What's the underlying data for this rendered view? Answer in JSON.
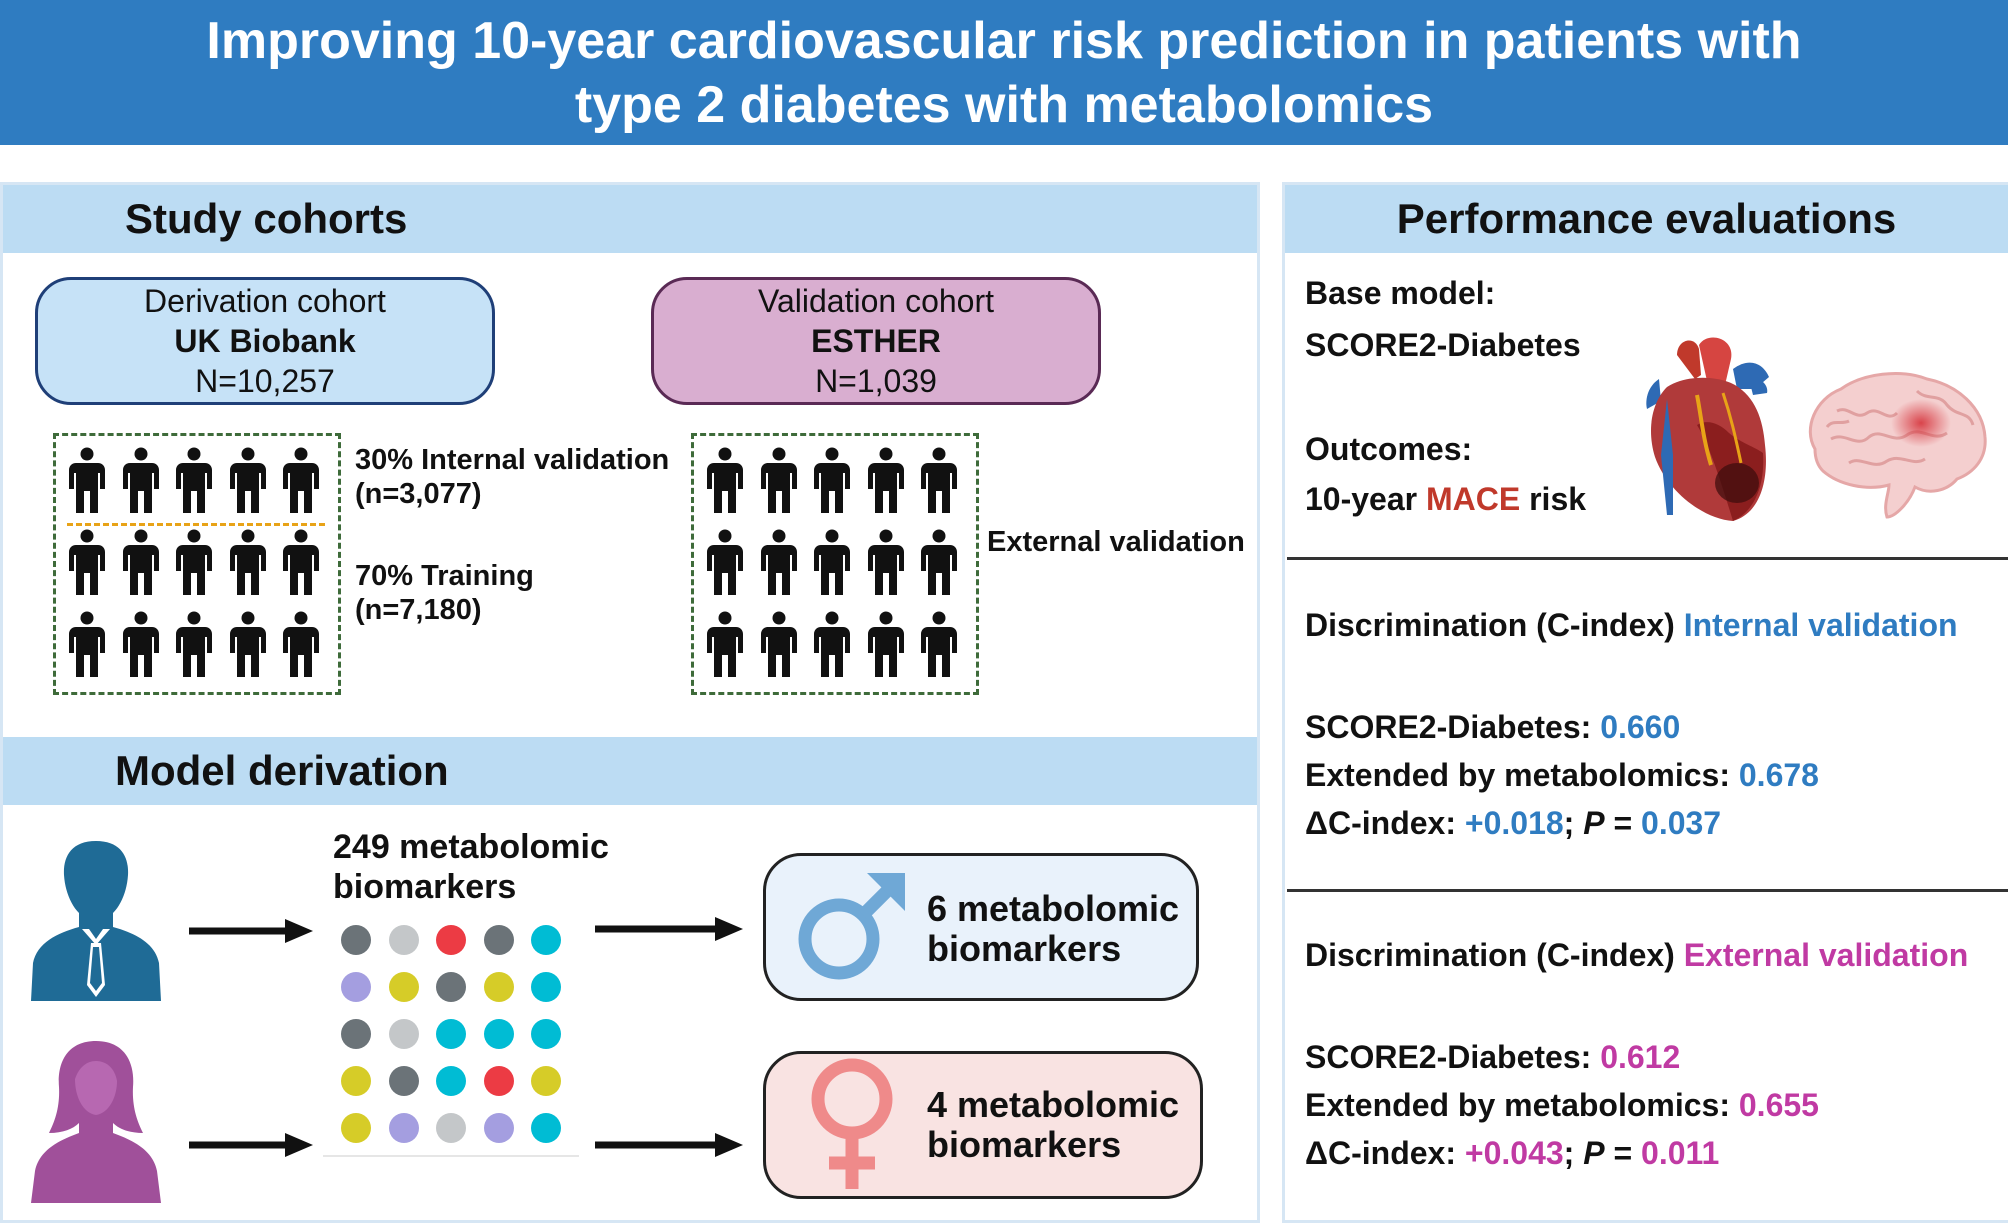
{
  "title": {
    "line1": "Improving 10-year cardiovascular risk prediction in patients with",
    "line2": "type 2 diabetes with metabolomics"
  },
  "study": {
    "header": "Study cohorts",
    "derivation": {
      "label": "Derivation cohort",
      "name": "UK Biobank",
      "n": "N=10,257"
    },
    "validation": {
      "label": "Validation cohort",
      "name": "ESTHER",
      "n": "N=1,039"
    },
    "internal_label": "30% Internal validation",
    "internal_n": "(n=3,077)",
    "training_label": "70% Training",
    "training_n": "(n=7,180)",
    "external_label": "External validation"
  },
  "model": {
    "header": "Model derivation",
    "biomarkers_line1": "249 metabolomic",
    "biomarkers_line2": "biomarkers",
    "male_line1": "6 metabolomic",
    "male_line2": "biomarkers",
    "female_line1": "4 metabolomic",
    "female_line2": "biomarkers"
  },
  "perf": {
    "header": "Performance evaluations",
    "base_label": "Base model:",
    "base_value": "SCORE2-Diabetes",
    "outcomes_label": "Outcomes:",
    "outcome_prefix": "10-year",
    "outcome_highlight": "MACE",
    "outcome_suffix": "risk",
    "internal": {
      "heading": "Discrimination (C-index)",
      "tag": "Internal validation",
      "score_label": "SCORE2-Diabetes:",
      "score_value": "0.660",
      "ext_label": "Extended by metabolomics:",
      "ext_value": "0.678",
      "delta_label": "ΔC-index:",
      "delta_value": "+0.018",
      "p_label": "P",
      "p_value": "0.037"
    },
    "external": {
      "heading": "Discrimination (C-index)",
      "tag": "External validation",
      "score_label": "SCORE2-Diabetes:",
      "score_value": "0.612",
      "ext_label": "Extended by metabolomics:",
      "ext_value": "0.655",
      "delta_label": "ΔC-index:",
      "delta_value": "+0.043",
      "p_label": "P",
      "p_value": "0.011"
    }
  },
  "colors": {
    "banner": "#2f7cc1",
    "header_band": "#bcdcf3",
    "derivation_pill": "#c6e2f7",
    "validation_pill": "#d9aed0",
    "male_box": "#e9f2fb",
    "female_box": "#f9e3e2",
    "male_symbol": "#6fa8d6",
    "female_symbol": "#ef8a8a",
    "male_person": "#1f6b96",
    "female_person": "#a0509a",
    "internal_accent": "#2f7cc1",
    "external_accent": "#c03aa3",
    "mace": "#c0392b"
  },
  "dot_colors": [
    [
      "#6b7378",
      "#c4c7c9",
      "#ec3b44",
      "#6b7378",
      "#00bcd4"
    ],
    [
      "#a49ee0",
      "#d6cc28",
      "#6b7378",
      "#d6cc28",
      "#00bcd4"
    ],
    [
      "#6b7378",
      "#c4c7c9",
      "#00bcd4",
      "#00bcd4",
      "#00bcd4"
    ],
    [
      "#d6cc28",
      "#6b7378",
      "#00bcd4",
      "#ec3b44",
      "#d6cc28"
    ],
    [
      "#d6cc28",
      "#a49ee0",
      "#c4c7c9",
      "#a49ee0",
      "#00bcd4"
    ]
  ],
  "icons": [
    "person-icon",
    "male-person-icon",
    "female-person-icon",
    "arrow-right-icon",
    "male-symbol-icon",
    "female-symbol-icon",
    "heart-icon",
    "brain-icon"
  ]
}
